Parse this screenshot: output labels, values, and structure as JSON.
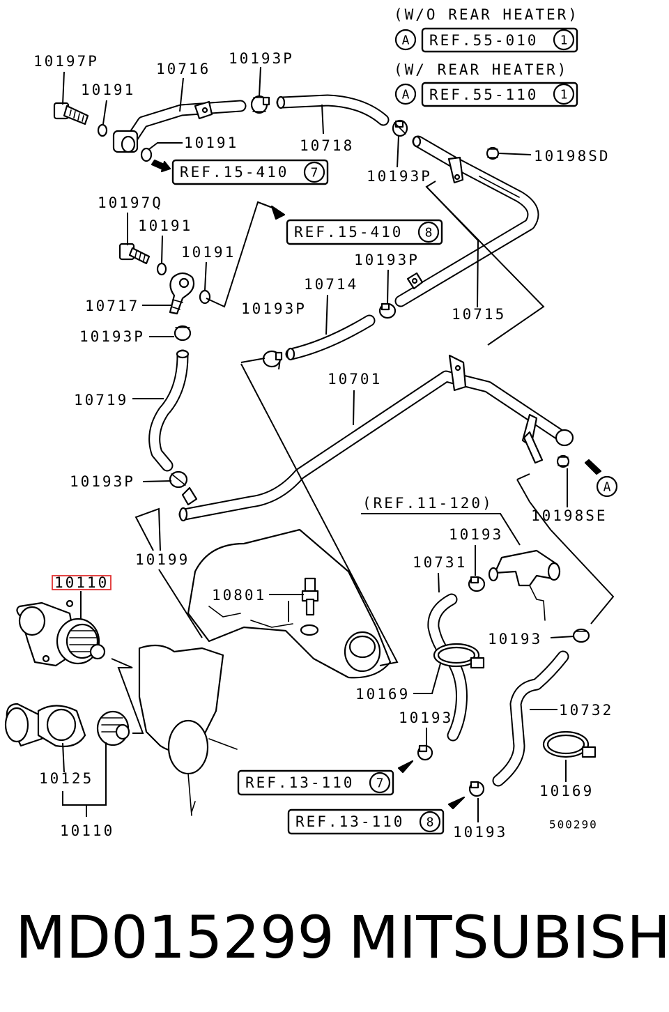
{
  "header": {
    "wo_rear_heater": "(W/O REAR HEATER)",
    "w_rear_heater": "(W/ REAR HEATER)",
    "ref_wo": "REF.55-010",
    "ref_wo_num": "1",
    "ref_w": "REF.55-110",
    "ref_w_num": "1",
    "marker_a": "A"
  },
  "refs": {
    "ref_15_410_7": "REF.15-410",
    "ref_15_410_7_num": "7",
    "ref_15_410_8": "REF.15-410",
    "ref_15_410_8_num": "8",
    "ref_11_120": "(REF.11-120)",
    "ref_13_110_7": "REF.13-110",
    "ref_13_110_7_num": "7",
    "ref_13_110_8": "REF.13-110",
    "ref_13_110_8_num": "8",
    "marker_a": "A"
  },
  "parts": {
    "p10197P": "10197P",
    "p10716": "10716",
    "p10193P_top": "10193P",
    "p10191_a": "10191",
    "p10191_b": "10191",
    "p10718": "10718",
    "p10193P_b": "10193P",
    "p10198SD": "10198SD",
    "p10197Q": "10197Q",
    "p10191_c": "10191",
    "p10191_d": "10191",
    "p10193P_c": "10193P",
    "p10714": "10714",
    "p10717": "10717",
    "p10193P_d": "10193P",
    "p10715": "10715",
    "p10193P_e": "10193P",
    "p10719": "10719",
    "p10701": "10701",
    "p10193P_f": "10193P",
    "p10198SE": "10198SE",
    "p10193_a": "10193",
    "p10199": "10199",
    "p10731": "10731",
    "p10110_hl": "10110",
    "p10801": "10801",
    "p10193_b": "10193",
    "p10169_a": "10169",
    "p10732": "10732",
    "p10193_c": "10193",
    "p10125": "10125",
    "p10169_b": "10169",
    "p10110": "10110",
    "p10193_d": "10193",
    "code": "500290"
  },
  "footer": {
    "part_number": "MD015299",
    "brand": "MITSUBISHI"
  },
  "colors": {
    "ink": "#000000",
    "highlight": "#e03030",
    "background": "#ffffff"
  }
}
